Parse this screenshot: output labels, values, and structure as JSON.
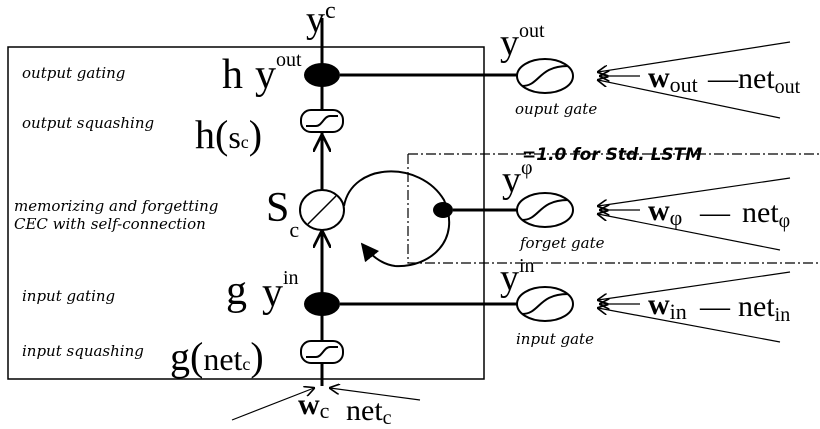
{
  "labels": {
    "output_gating": "output gating",
    "output_squashing": "output squashing",
    "memorizing_line1": "memorizing and forgetting",
    "memorizing_line2": "CEC with self-connection",
    "input_gating": "input gating",
    "input_squashing": "input squashing",
    "output_gate": "ouput gate",
    "forget_gate": "forget gate",
    "input_gate": "input gate",
    "std_lstm_note": "=1.0 for Std. LSTM"
  },
  "symbols": {
    "y_c_base": "y",
    "y_c_sup": "c",
    "h": "h",
    "y": "y",
    "out_sup": "out",
    "in_sup": "in",
    "phi_sup": "φ",
    "h_func": "h(",
    "s_sub_c": "s",
    "sub_c": "c",
    "close_paren": ")",
    "S": "S",
    "g": "g",
    "g_func": "g(",
    "net": "net",
    "w": "w",
    "sub_out": "out",
    "sub_in": "in",
    "sub_phi": "φ",
    "sub_c2": "c",
    "dash": "—"
  }
}
